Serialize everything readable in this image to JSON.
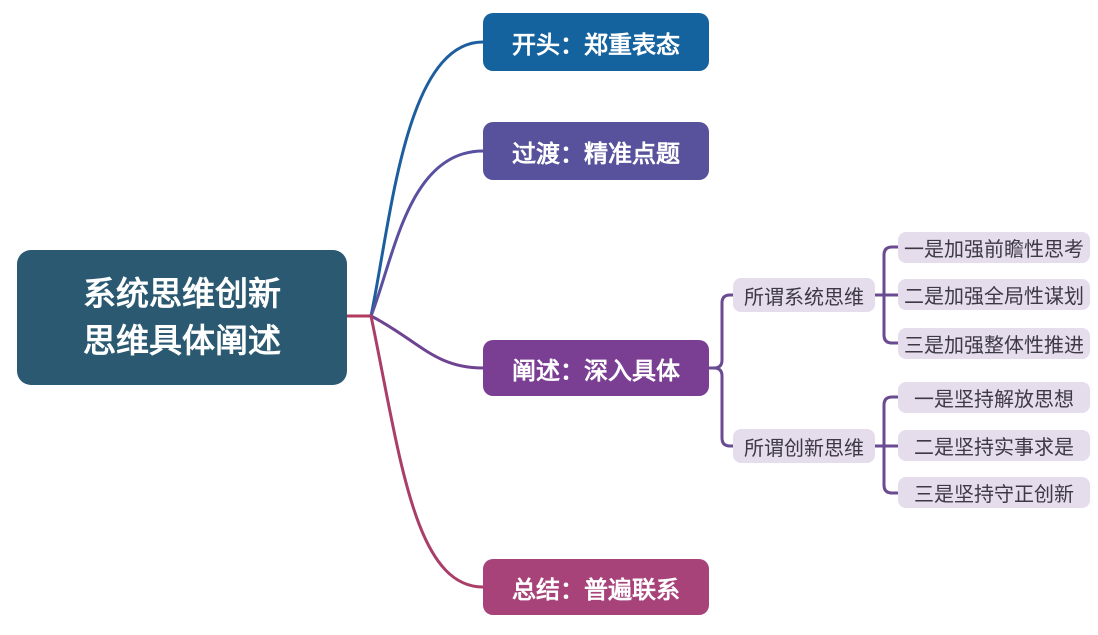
{
  "diagram": {
    "type": "mindmap",
    "background": "#ffffff"
  },
  "root": {
    "label": "系统思维创新\n思维具体阐述",
    "color": "#2b5971",
    "text_color": "#ffffff"
  },
  "branches": [
    {
      "label": "开头：郑重表态",
      "color": "#15639e",
      "line_color": "#1d5f9e"
    },
    {
      "label": "过渡：精准点题",
      "color": "#57529b",
      "line_color": "#5950a0"
    },
    {
      "label": "阐述：深入具体",
      "color": "#7a3e92",
      "line_color": "#6e4492"
    },
    {
      "label": "总结：普遍联系",
      "color": "#a8437a",
      "line_color": "#a93e68"
    }
  ],
  "subtopics": [
    {
      "label": "所谓系统思维",
      "color": "#e5dcec",
      "text_color": "#3e3845",
      "children": [
        {
          "label": "一是加强前瞻性思考"
        },
        {
          "label": "二是加强全局性谋划"
        },
        {
          "label": "三是加强整体性推进"
        }
      ]
    },
    {
      "label": "所谓创新思维",
      "color": "#e5dcec",
      "text_color": "#3e3845",
      "children": [
        {
          "label": "一是坚持解放思想"
        },
        {
          "label": "二是坚持实事求是"
        },
        {
          "label": "三是坚持守正创新"
        }
      ]
    }
  ],
  "connector_colors": {
    "root_stub": "#b23a5f",
    "subtree": "#6a4a90"
  }
}
